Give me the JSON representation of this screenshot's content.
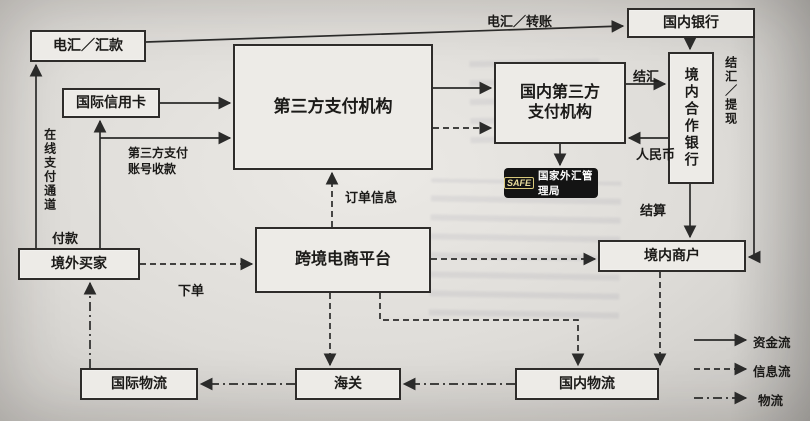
{
  "nodes": {
    "wire_transfer": "电汇／汇款",
    "domestic_bank": "国内银行",
    "intl_credit_card": "国际信用卡",
    "third_party_payment": "第三方支付机构",
    "domestic_third_party_line1": "国内第三方",
    "domestic_third_party_line2": "支付机构",
    "coop_bank": "境内合作银行",
    "overseas_buyer": "境外买家",
    "platform": "跨境电商平台",
    "domestic_merchant": "境内商户",
    "intl_logistics": "国际物流",
    "customs": "海关",
    "domestic_logistics": "国内物流"
  },
  "labels": {
    "wire_remit": "电汇／转账",
    "settle_fx": "结汇",
    "rmb": "人民币",
    "settle_withdraw": "结汇／提现",
    "third_party_account_line1": "第三方支付",
    "third_party_account_line2": "账号收款",
    "order_info": "订单信息",
    "online_channel": "在线支付通道",
    "pay": "付款",
    "place_order": "下单",
    "settlement": "结算"
  },
  "badge": {
    "safe": "SAFE",
    "safe_text": "国家外汇管理局"
  },
  "legend": {
    "funds": "资金流",
    "info": "信息流",
    "logistics": "物流"
  },
  "colors": {
    "line": "#2b2b2a",
    "box_border": "#2e2c2a",
    "box_fill": "#edebe7",
    "page": "#dedcd8",
    "badge_bg": "#141414",
    "badge_text": "#ffffff"
  },
  "edges": [
    {
      "from": "境外买家",
      "to": "电汇／汇款",
      "type": "资金流",
      "label": "在线支付通道"
    },
    {
      "from": "境外买家",
      "to": "国际信用卡",
      "type": "资金流",
      "label": "付款"
    },
    {
      "from": "国际信用卡",
      "to": "第三方支付机构",
      "type": "资金流"
    },
    {
      "from": "境外买家",
      "to": "第三方支付机构",
      "type": "资金流",
      "label": "第三方支付账号收款"
    },
    {
      "from": "电汇／汇款",
      "to": "国内银行",
      "type": "资金流",
      "label": "电汇／转账"
    },
    {
      "from": "第三方支付机构",
      "to": "国内第三方支付机构",
      "type": "资金流"
    },
    {
      "from": "第三方支付机构",
      "to": "国内第三方支付机构",
      "type": "信息流"
    },
    {
      "from": "国内第三方支付机构",
      "to": "境内合作银行",
      "type": "资金流",
      "label": "结汇"
    },
    {
      "from": "境内合作银行",
      "to": "国内第三方支付机构",
      "type": "资金流",
      "label": "人民币"
    },
    {
      "from": "国内银行",
      "to": "境内合作银行",
      "type": "资金流"
    },
    {
      "from": "国内银行",
      "to": "境内商户",
      "type": "资金流",
      "label": "结汇／提现"
    },
    {
      "from": "国内第三方支付机构",
      "to": "国家外汇管理局",
      "type": "资金流"
    },
    {
      "from": "境内合作银行",
      "to": "境内商户",
      "type": "资金流",
      "label": "结算"
    },
    {
      "from": "跨境电商平台",
      "to": "第三方支付机构",
      "type": "信息流",
      "label": "订单信息"
    },
    {
      "from": "境外买家",
      "to": "跨境电商平台",
      "type": "信息流",
      "label": "下单"
    },
    {
      "from": "跨境电商平台",
      "to": "境内商户",
      "type": "信息流"
    },
    {
      "from": "跨境电商平台",
      "to": "海关",
      "type": "信息流"
    },
    {
      "from": "跨境电商平台",
      "to": "国内物流",
      "type": "信息流"
    },
    {
      "from": "境内商户",
      "to": "国内物流",
      "type": "信息流"
    },
    {
      "from": "国内物流",
      "to": "海关",
      "type": "物流"
    },
    {
      "from": "海关",
      "to": "国际物流",
      "type": "物流"
    },
    {
      "from": "国际物流",
      "to": "境外买家",
      "type": "物流"
    }
  ]
}
